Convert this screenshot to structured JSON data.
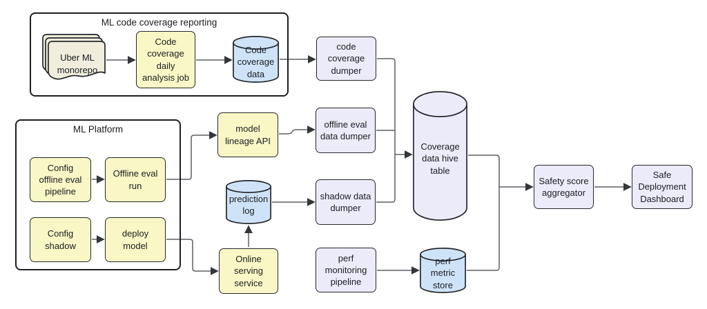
{
  "groups": {
    "coverage_reporting": {
      "label": "ML code coverage reporting"
    },
    "ml_platform": {
      "label": "ML Platform"
    }
  },
  "nodes": {
    "uber_ml_monorepo": {
      "label": "Uber ML\nmonorepo",
      "shape": "stacked-documents"
    },
    "coverage_analysis_job": {
      "label": "Code\ncoverage\ndaily\nanalysis job",
      "shape": "process"
    },
    "code_coverage_data": {
      "label": "Code\ncoverage\ndata",
      "shape": "cylinder"
    },
    "code_coverage_dumper": {
      "label": "code\ncoverage\ndumper",
      "shape": "rect"
    },
    "config_offline_eval_pipeline": {
      "label": "Config\noffline eval\npipeline",
      "shape": "process"
    },
    "offline_eval_run": {
      "label": "Offline eval\nrun",
      "shape": "process"
    },
    "config_shadow": {
      "label": "Config\nshadow",
      "shape": "process"
    },
    "deploy_model": {
      "label": "deploy\nmodel",
      "shape": "process"
    },
    "model_lineage_api": {
      "label": "model\nlineage API",
      "shape": "process"
    },
    "offline_eval_data_dumper": {
      "label": "offline eval\ndata dumper",
      "shape": "rect"
    },
    "prediction_log": {
      "label": "prediction\nlog",
      "shape": "cylinder"
    },
    "shadow_data_dumper": {
      "label": "shadow data\ndumper",
      "shape": "rect"
    },
    "online_serving_service": {
      "label": "Online\nserving\nservice",
      "shape": "process"
    },
    "perf_monitoring_pipeline": {
      "label": "perf\nmonitoring\npipeline",
      "shape": "rect"
    },
    "perf_metric_store": {
      "label": "perf\nmetric\nstore",
      "shape": "cylinder"
    },
    "coverage_data_hive_table": {
      "label": "Coverage\ndata hive\ntable",
      "shape": "cylinder"
    },
    "safety_score_aggregator": {
      "label": "Safety score\naggregator",
      "shape": "rect"
    },
    "safe_deployment_dashboard": {
      "label": "Safe\nDeployment\nDashboard",
      "shape": "rect"
    }
  },
  "edges": [
    {
      "from": "uber_ml_monorepo",
      "to": "coverage_analysis_job"
    },
    {
      "from": "coverage_analysis_job",
      "to": "code_coverage_data"
    },
    {
      "from": "code_coverage_data",
      "to": "code_coverage_dumper"
    },
    {
      "from": "code_coverage_dumper",
      "to": "coverage_data_hive_table"
    },
    {
      "from": "config_offline_eval_pipeline",
      "to": "offline_eval_run"
    },
    {
      "from": "offline_eval_run",
      "to": "model_lineage_api"
    },
    {
      "from": "model_lineage_api",
      "to": "offline_eval_data_dumper"
    },
    {
      "from": "offline_eval_data_dumper",
      "to": "coverage_data_hive_table"
    },
    {
      "from": "config_shadow",
      "to": "deploy_model"
    },
    {
      "from": "deploy_model",
      "to": "online_serving_service"
    },
    {
      "from": "online_serving_service",
      "to": "prediction_log"
    },
    {
      "from": "prediction_log",
      "to": "shadow_data_dumper"
    },
    {
      "from": "shadow_data_dumper",
      "to": "coverage_data_hive_table"
    },
    {
      "from": "perf_monitoring_pipeline",
      "to": "perf_metric_store"
    },
    {
      "from": "perf_metric_store",
      "to": "safety_score_aggregator"
    },
    {
      "from": "coverage_data_hive_table",
      "to": "safety_score_aggregator"
    },
    {
      "from": "safety_score_aggregator",
      "to": "safe_deployment_dashboard"
    }
  ],
  "colors": {
    "process_fill": "#F9F7C5",
    "dumper_fill": "#ECEBF9",
    "store_fill": "#CFE3F8",
    "document_fill": "#F0EDDD",
    "shape_border": "#23272C",
    "container_border": "#1B1E22",
    "connector_line": "#5C5F63",
    "connector_head": "#33373B",
    "text_color": "#1A1D21",
    "background": "#FFFFFF"
  }
}
